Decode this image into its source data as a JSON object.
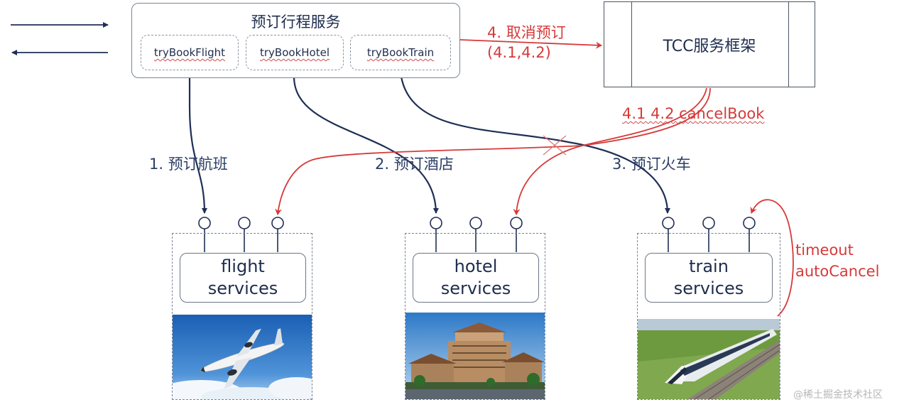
{
  "orchestrator": {
    "title": "预订行程服务",
    "tries": [
      "tryBookFlight",
      "tryBookHotel",
      "tryBookTrain"
    ]
  },
  "tcc": {
    "title": "TCC服务框架"
  },
  "steps": {
    "flight": "1. 预订航班",
    "hotel": "2. 预订酒店",
    "train": "3. 预订火车",
    "cancel_line1": "4. 取消预订",
    "cancel_line2": "(4.1,4.2)",
    "cancel_book": "4.1 4.2  cancelBook",
    "timeout_line1": "timeout",
    "timeout_line2": "autoCancel"
  },
  "services": [
    {
      "line1": "flight",
      "line2": "services",
      "photo": "airplane"
    },
    {
      "line1": "hotel",
      "line2": "services",
      "photo": "hotel"
    },
    {
      "line1": "train",
      "line2": "services",
      "photo": "train"
    }
  ],
  "watermark": "@稀土掘金技术社区",
  "colors": {
    "dark_arrow": "#1f2f55",
    "red_arrow": "#d63a3a",
    "box_border": "#7a8494",
    "text_dark": "#2b3f66"
  }
}
